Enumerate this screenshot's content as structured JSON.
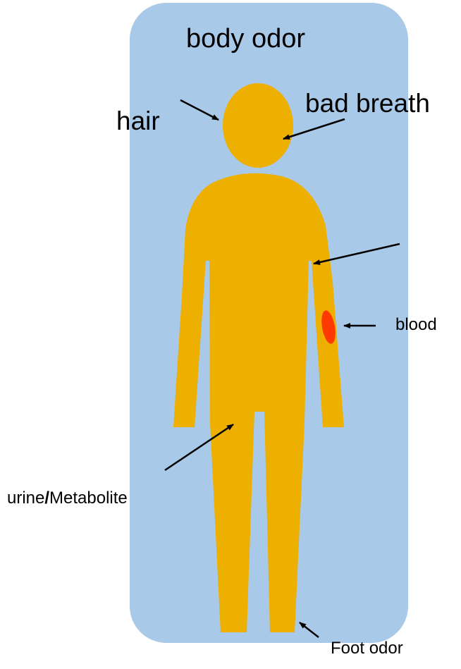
{
  "diagram": {
    "title": "body odor",
    "labels": {
      "hair": "hair",
      "bad_breath": "bad breath",
      "blood": "blood",
      "urine": "urine",
      "urine_sep": "/",
      "metabolite": "Metabolite",
      "foot_odor": "Foot odor"
    },
    "colors": {
      "background_panel": "#a9c9e8",
      "body": "#edb000",
      "blood_spot": "#ff3a00",
      "arrow": "#000000"
    }
  }
}
